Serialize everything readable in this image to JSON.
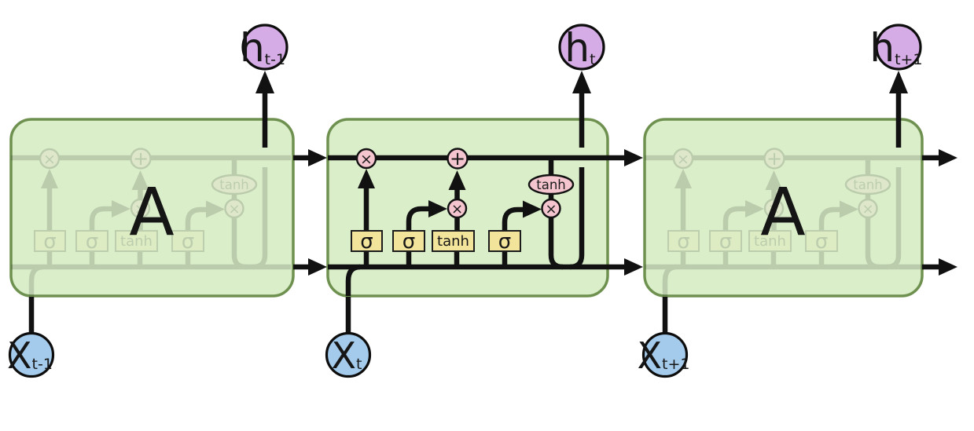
{
  "diagram": {
    "type": "lstm-recurrent-chain",
    "repeating_module_label": "A",
    "top_nodes": [
      {
        "base": "h",
        "sub": "t-1"
      },
      {
        "base": "h",
        "sub": "t"
      },
      {
        "base": "h",
        "sub": "t+1"
      }
    ],
    "bottom_nodes": [
      {
        "base": "X",
        "sub": "t-1"
      },
      {
        "base": "X",
        "sub": "t"
      },
      {
        "base": "X",
        "sub": "t+1"
      }
    ],
    "gate_boxes": [
      {
        "label": "σ"
      },
      {
        "label": "σ"
      },
      {
        "label": "tanh"
      },
      {
        "label": "σ"
      }
    ],
    "pointwise_ops": {
      "forget_multiply": "×",
      "cell_add": "+",
      "input_multiply": "×",
      "output_multiply": "×",
      "cell_activation": "tanh"
    },
    "colors": {
      "module_fill": "#daeeca",
      "module_border": "#6f9150",
      "gate_fill": "#f3e49b",
      "op_fill": "#f5c5cf",
      "hidden_node_fill": "#d6ace6",
      "input_node_fill": "#a4cbec",
      "wire": "#111111"
    }
  }
}
